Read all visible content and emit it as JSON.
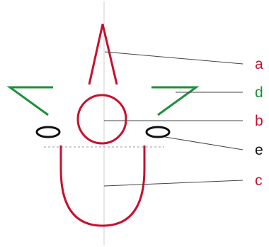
{
  "labels": {
    "a": "a",
    "b": "b",
    "c": "c",
    "d": "d",
    "e": "e"
  },
  "colors": {
    "red": "#c8102e",
    "green": "#1f8f3a",
    "black": "#111111",
    "leader": "#444444",
    "axis": "#cfcfcf",
    "dashed": "#9a9a9a"
  }
}
